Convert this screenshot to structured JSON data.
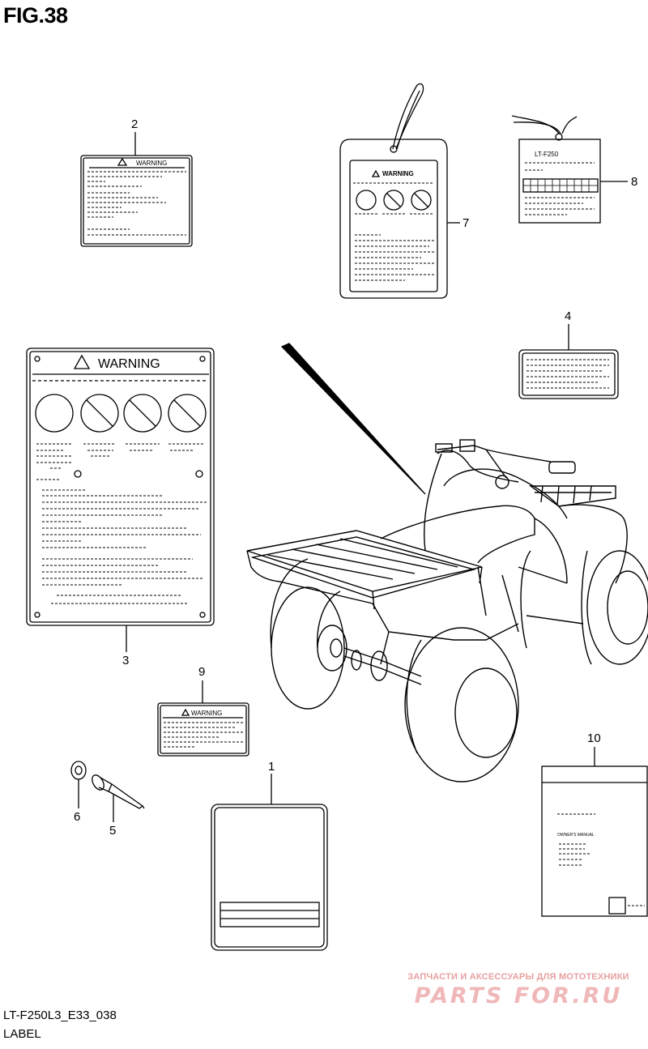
{
  "figure": {
    "title": "FIG.38",
    "code": "LT-F250L3_E33_038",
    "section": "LABEL"
  },
  "callouts": [
    "1",
    "2",
    "3",
    "4",
    "5",
    "6",
    "7",
    "8",
    "9",
    "10"
  ],
  "labels": {
    "warning_word": "WARNING",
    "tag_model": "LT-F250",
    "manual_title": "OWNER'S MANUAL"
  },
  "watermark": {
    "line1": "ЗАПЧАСТИ И АКСЕССУАРЫ ДЛЯ МОТОТЕХНИКИ",
    "line2": "PARTS FOR.RU"
  },
  "colors": {
    "line": "#000000",
    "watermark": "#f0b8b8"
  }
}
